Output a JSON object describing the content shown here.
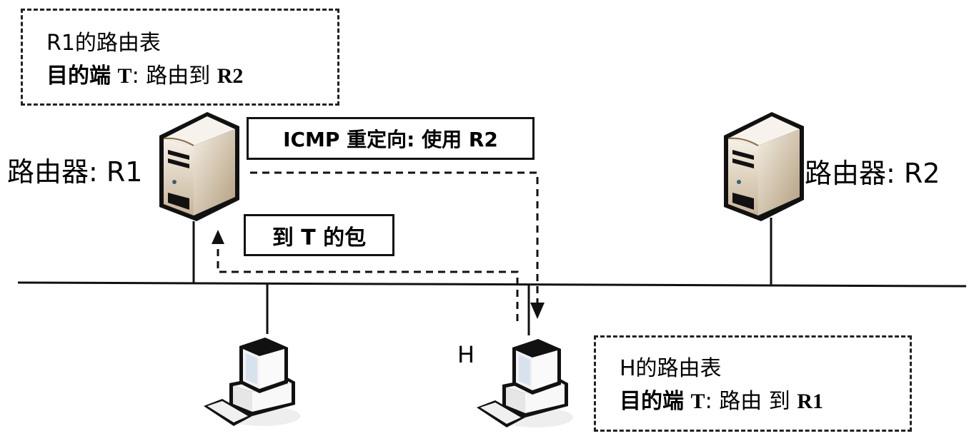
{
  "r1_table": {
    "title": "R1的路由表",
    "dest_label": "目的端",
    "dest": "T",
    "sep": ":",
    "route_text": "路由到",
    "next_hop": "R2"
  },
  "h_table": {
    "title": "H的路由表",
    "dest_label": "目的端",
    "dest": "T",
    "sep": ":",
    "route_text": "路由 到",
    "next_hop": "R1"
  },
  "routers": [
    {
      "id": "R1",
      "label": "路由器: R1",
      "icon": "server-tower-icon"
    },
    {
      "id": "R2",
      "label": "路由器: R2",
      "icon": "server-tower-icon"
    }
  ],
  "hosts": [
    {
      "id": "host-left",
      "label": "",
      "icon": "desktop-computer-icon"
    },
    {
      "id": "H",
      "label": "H",
      "icon": "desktop-computer-icon"
    }
  ],
  "messages": {
    "icmp_redirect": "ICMP 重定向: 使用 R2",
    "packet_to_t": "到 T 的包"
  },
  "colors": {
    "line": "#111111",
    "server_light": "#f3ede2",
    "server_dark": "#b9a586",
    "monitor_screen": "#d8e2ee"
  }
}
